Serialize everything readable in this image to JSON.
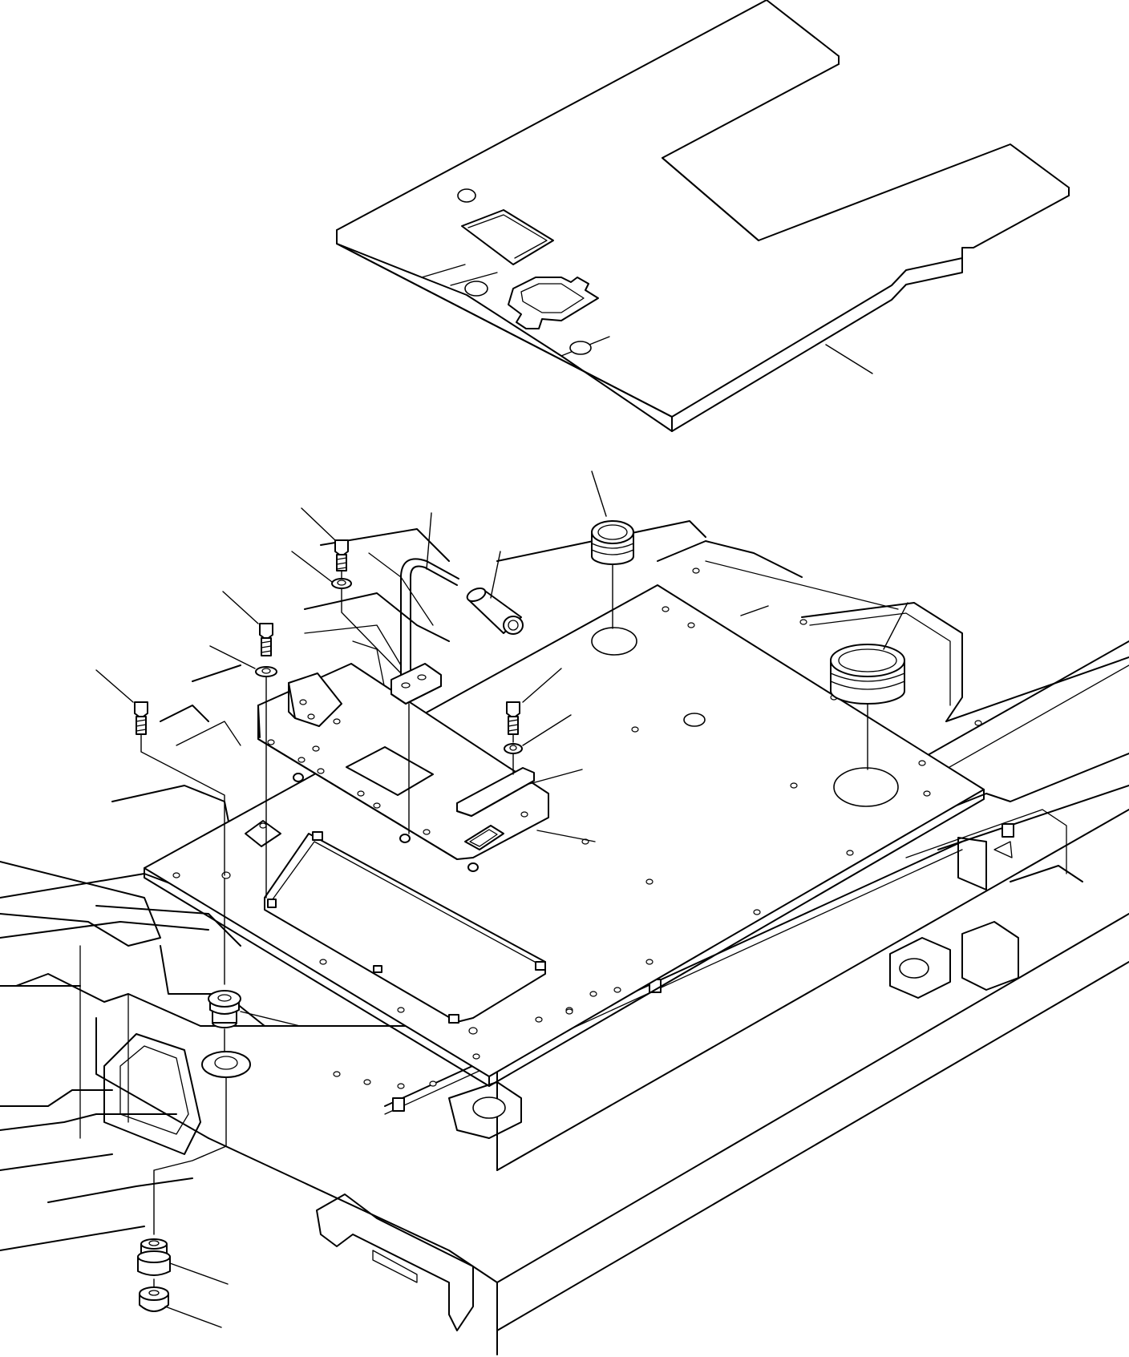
{
  "drawing": {
    "parts": [
      {
        "name": "floor-mat"
      },
      {
        "name": "floor-plate"
      },
      {
        "name": "front-floor-plate"
      },
      {
        "name": "upper-plate"
      },
      {
        "name": "grab-handle"
      },
      {
        "name": "handle-sleeve"
      },
      {
        "name": "cap-large"
      },
      {
        "name": "cap-small"
      },
      {
        "name": "bolt"
      },
      {
        "name": "washer"
      },
      {
        "name": "bracket-strip"
      },
      {
        "name": "rubber-mount"
      },
      {
        "name": "cushion"
      },
      {
        "name": "stopper"
      }
    ],
    "colors": {
      "ink": "#000000",
      "paper": "#ffffff"
    },
    "labels_printed": false
  }
}
